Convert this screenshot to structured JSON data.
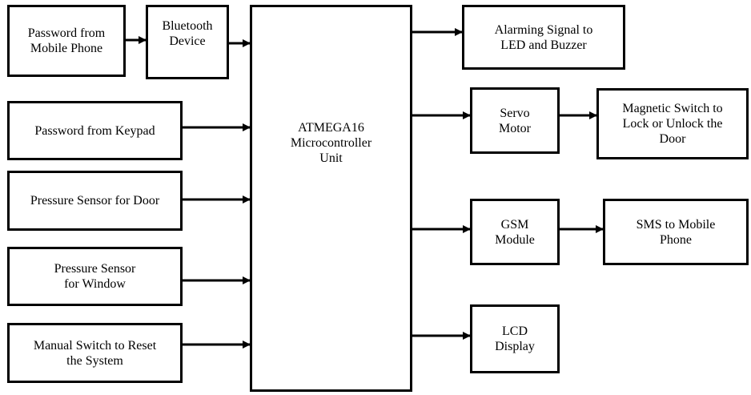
{
  "diagram": {
    "title": "ATMEGA16 Security System Block Diagram",
    "nodes": {
      "password_mobile": "Password from\nMobile Phone",
      "bluetooth": "Bluetooth\nDevice",
      "password_keypad": "Password from Keypad",
      "pressure_door": "Pressure Sensor for Door",
      "pressure_window": "Pressure Sensor\nfor Window",
      "manual_switch": "Manual Switch to Reset\nthe System",
      "mcu": "ATMEGA16\nMicrocontroller\nUnit",
      "alarm": "Alarming Signal to\nLED and Buzzer",
      "servo": "Servo\nMotor",
      "magnetic_switch": "Magnetic Switch to\nLock or Unlock the\nDoor",
      "gsm": "GSM\nModule",
      "sms": "SMS to Mobile\nPhone",
      "lcd": "LCD\nDisplay"
    },
    "edges": [
      {
        "from": "password_mobile",
        "to": "bluetooth"
      },
      {
        "from": "bluetooth",
        "to": "mcu"
      },
      {
        "from": "password_keypad",
        "to": "mcu"
      },
      {
        "from": "pressure_door",
        "to": "mcu"
      },
      {
        "from": "pressure_window",
        "to": "mcu"
      },
      {
        "from": "manual_switch",
        "to": "mcu"
      },
      {
        "from": "mcu",
        "to": "alarm"
      },
      {
        "from": "mcu",
        "to": "servo"
      },
      {
        "from": "servo",
        "to": "magnetic_switch"
      },
      {
        "from": "mcu",
        "to": "gsm"
      },
      {
        "from": "gsm",
        "to": "sms"
      },
      {
        "from": "mcu",
        "to": "lcd"
      }
    ]
  }
}
